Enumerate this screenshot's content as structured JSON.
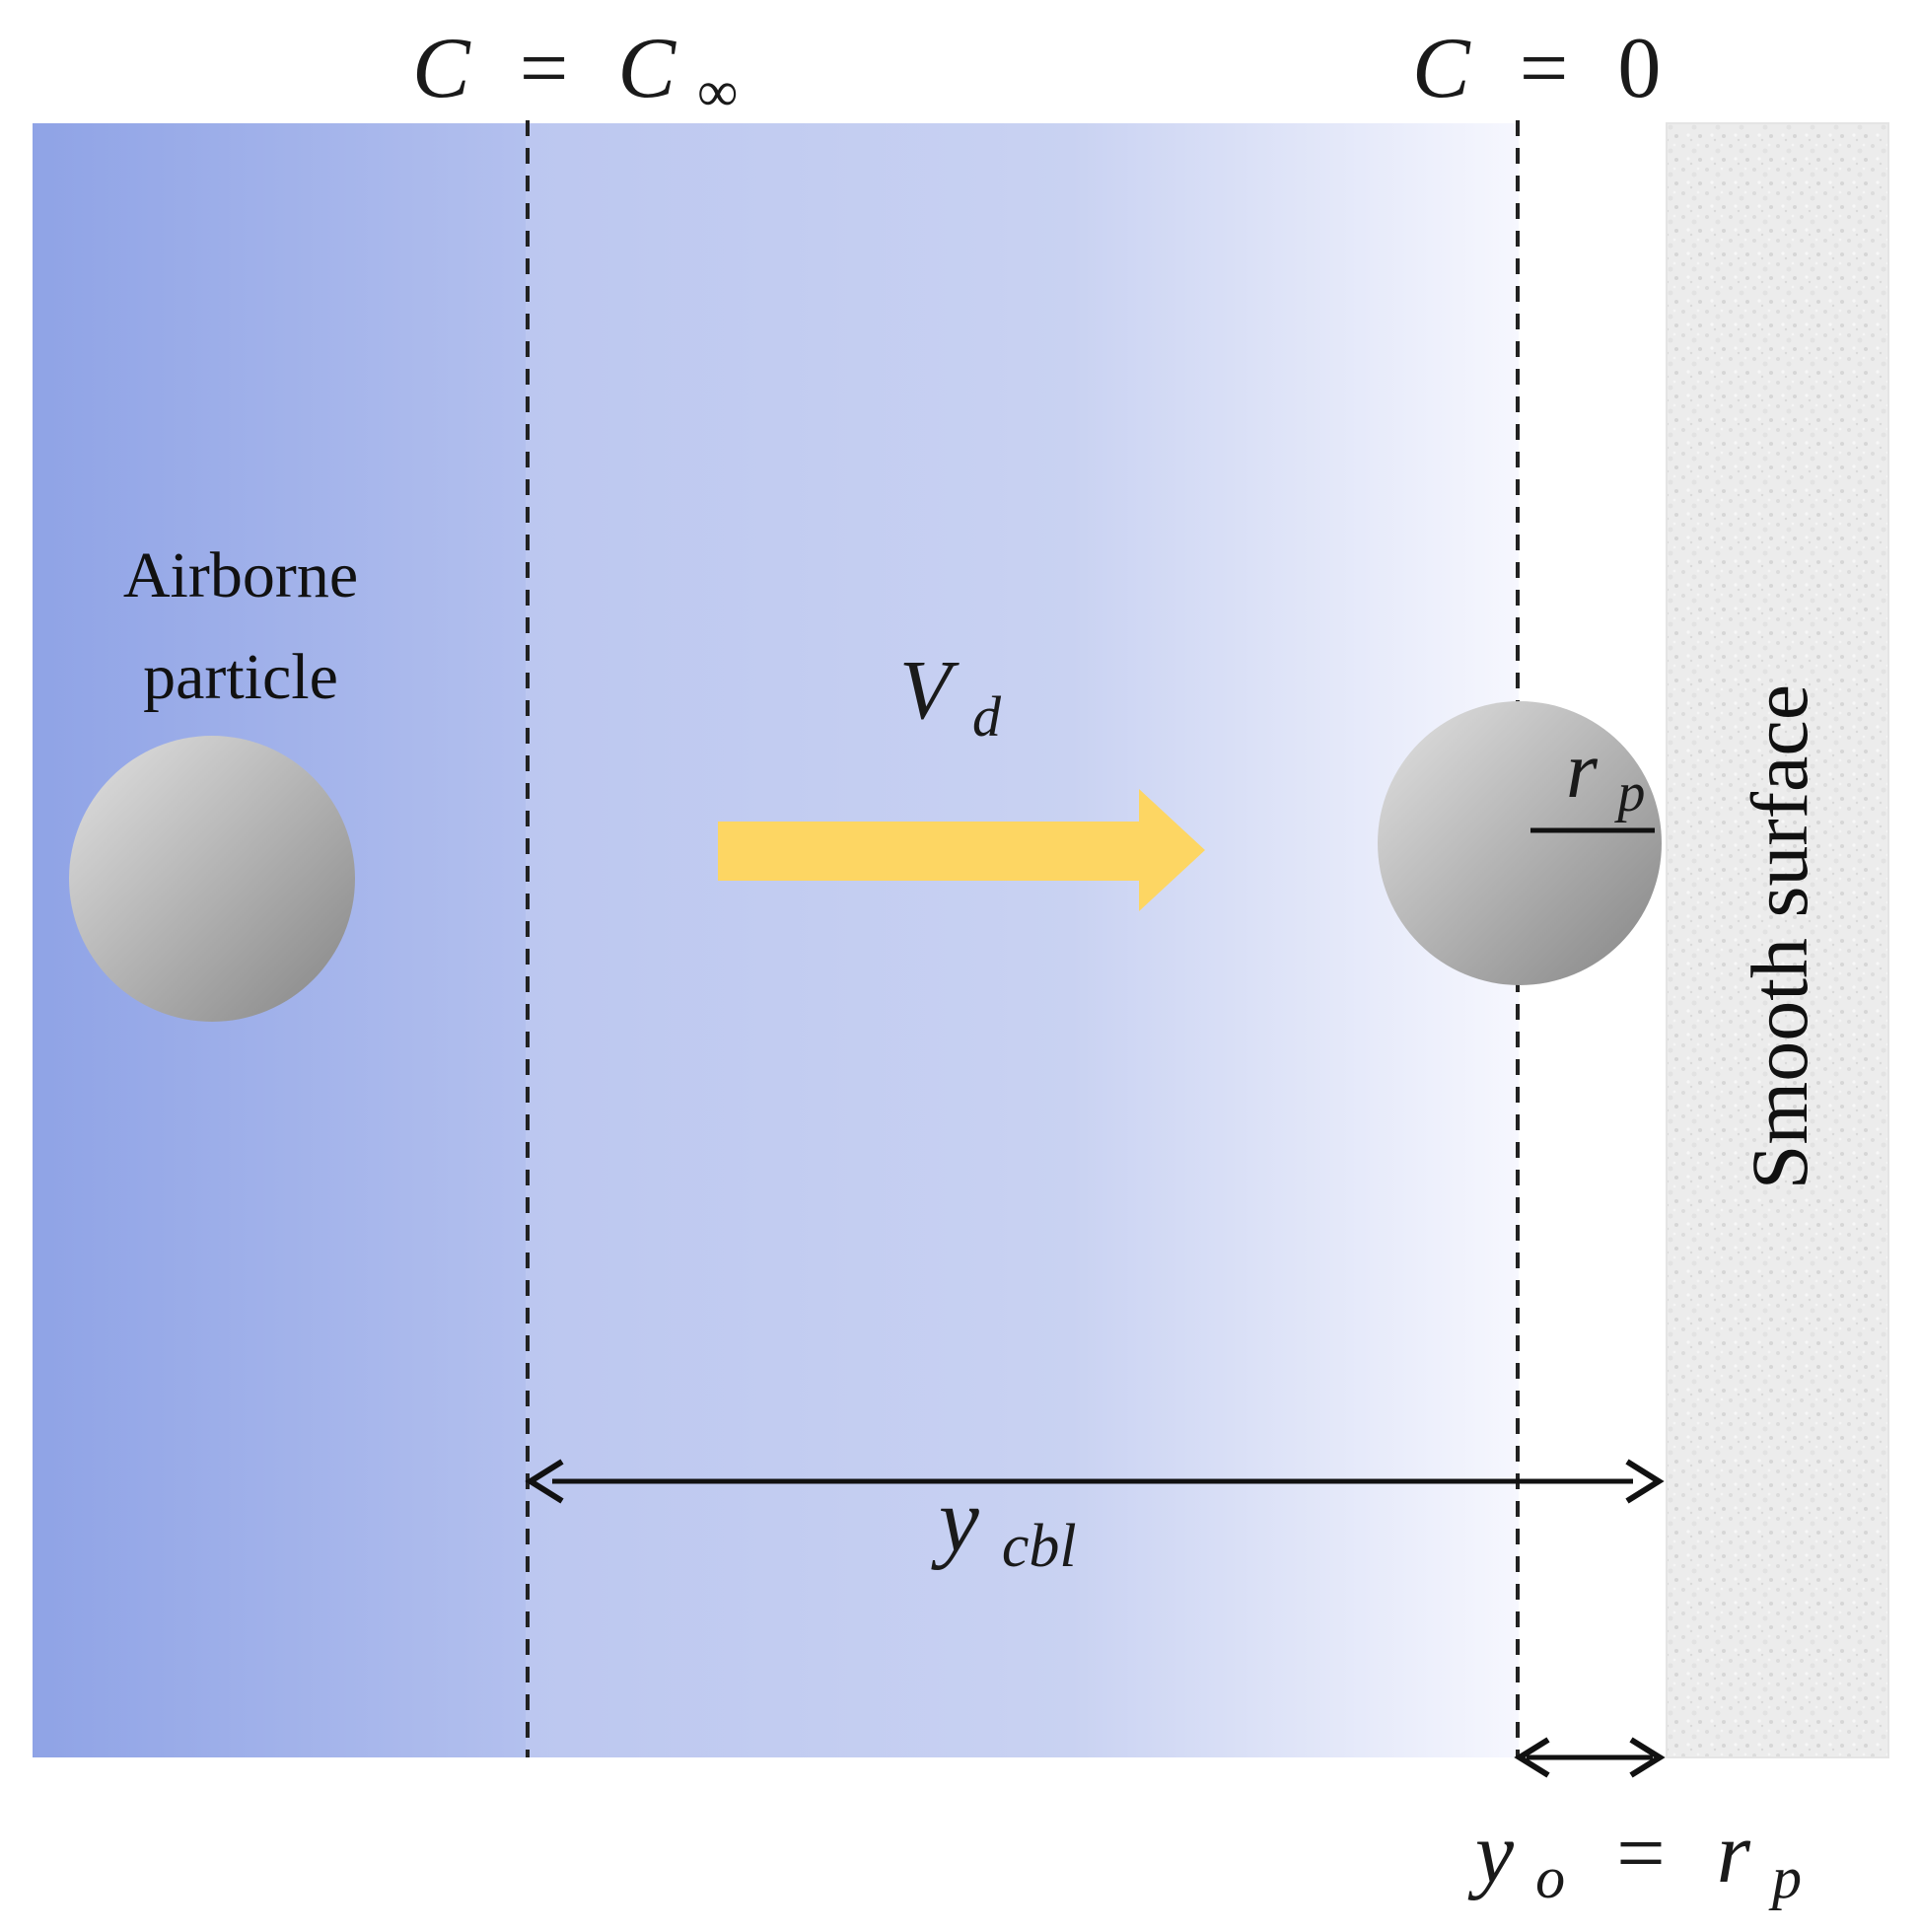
{
  "labels": {
    "c_inf_lhs": "C",
    "c_inf_eq": "=",
    "c_inf_rhs": "C",
    "c_inf_sub": "∞",
    "c_zero_lhs": "C",
    "c_zero_eq": "=",
    "c_zero_rhs": "0",
    "airborne_line1": "Airborne",
    "airborne_line2": "particle",
    "vd_main": "V",
    "vd_sub": "d",
    "rp_main": "r",
    "rp_sub": "p",
    "ycbl_main": "y",
    "ycbl_sub": "cbl",
    "yo_main": "y",
    "yo_sub": "o",
    "yo_eq": "=",
    "yo_rhs_main": "r",
    "yo_rhs_sub": "p",
    "surface": "Smooth surface"
  },
  "colors": {
    "region_dark": "#8fa3e6",
    "region_mid": "#c0caf0",
    "region_light": "#f3f5fd",
    "arrow": "#fdd663",
    "particle_light": "#dcdcdc",
    "particle_dark": "#8a8a8a",
    "surface": "#ececec",
    "line": "#111111"
  }
}
